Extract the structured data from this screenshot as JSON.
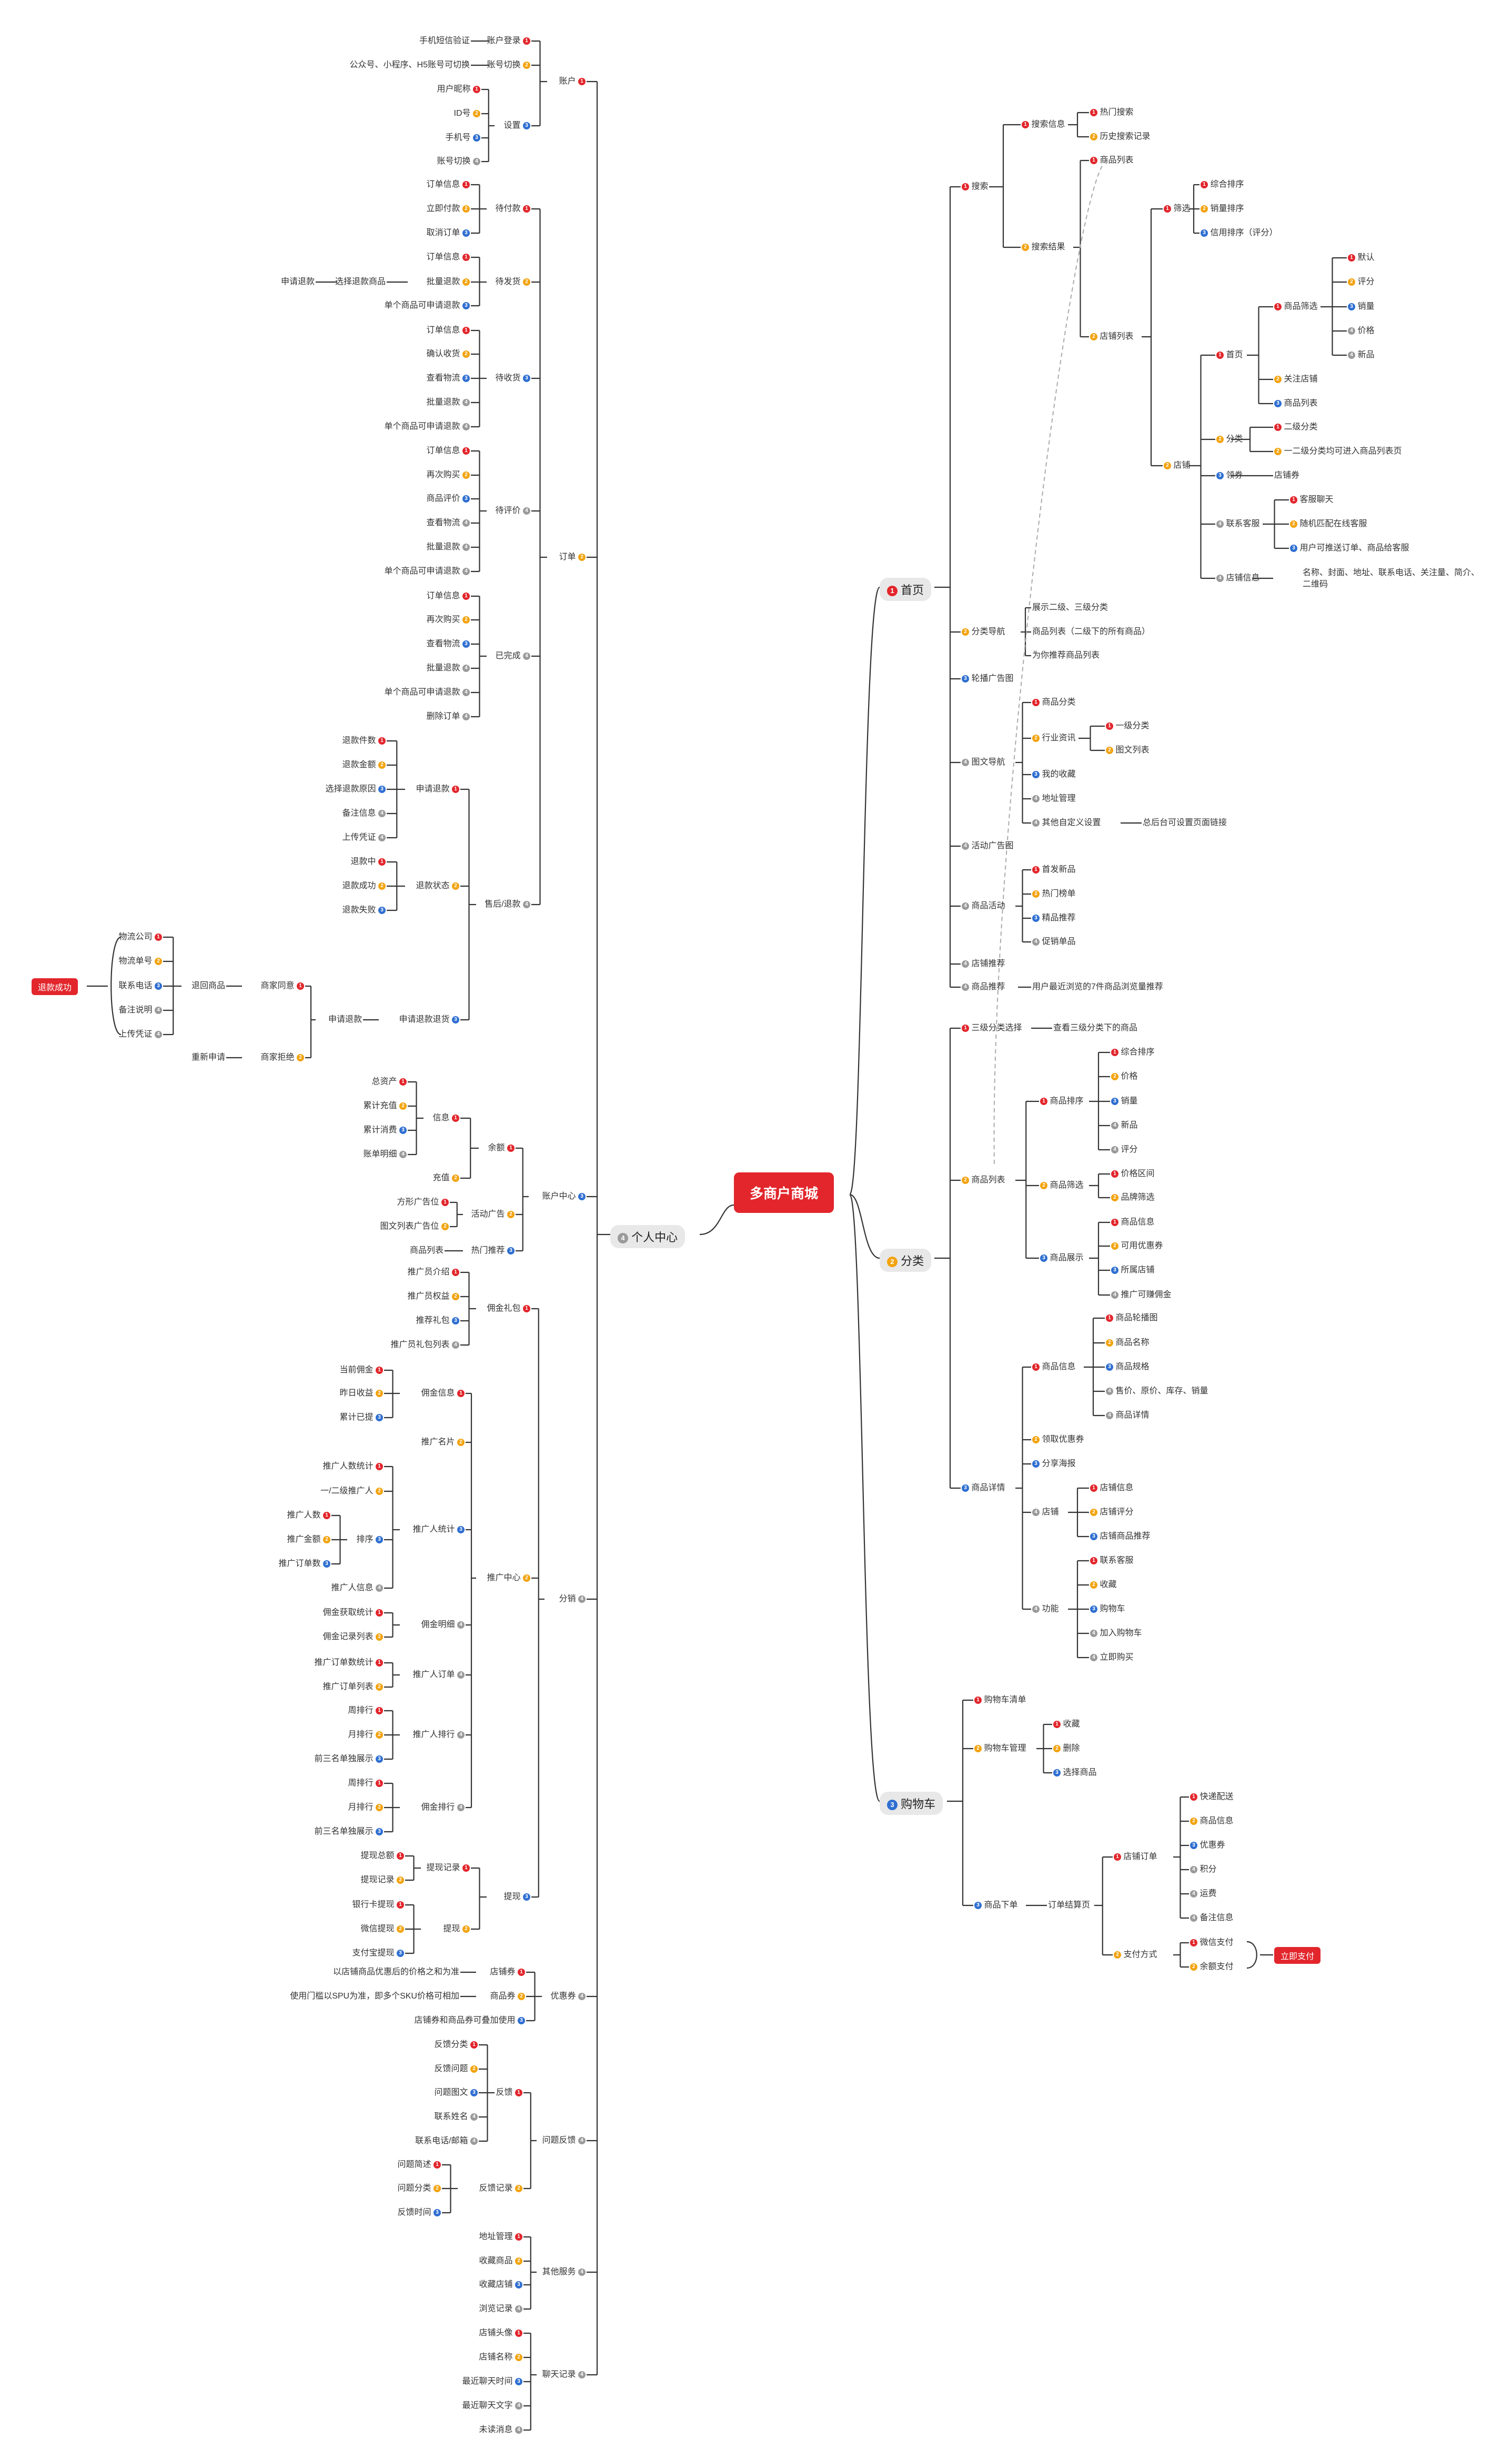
{
  "root": "多商户商城",
  "badge_colors": [
    "#e2262c",
    "#f2a30f",
    "#2f6fd1",
    "#9a9a9a"
  ],
  "l1": {
    "home": {
      "badge": "1",
      "label": "首页",
      "color": "#e2262c"
    },
    "category": {
      "badge": "2",
      "label": "分类",
      "color": "#f2a30f"
    },
    "cart": {
      "badge": "3",
      "label": "购物车",
      "color": "#2f6fd1"
    },
    "personal": {
      "badge": "4",
      "label": "个人中心",
      "color": "#9a9a9a"
    }
  },
  "pills": {
    "refund_success": "退款成功",
    "pay_now": "立即支付"
  },
  "home": {
    "search": "搜索",
    "search_info": "搜索信息",
    "hot_search": "热门搜索",
    "history_search": "历史搜索记录",
    "search_result": "搜索结果",
    "goods_list": "商品列表",
    "shop_list": "店铺列表",
    "filter": "筛选",
    "composite_sort": "综合排序",
    "sales_sort": "销量排序",
    "credit_sort": "信用排序（评分）",
    "shop": "店铺",
    "homepage": "首页",
    "goods_filter": "商品筛选",
    "default": "默认",
    "rating": "评分",
    "sales": "销量",
    "price": "价格",
    "new": "新品",
    "follow_shop": "关注店铺",
    "goods_list2": "商品列表",
    "cat": "分类",
    "second_cat": "二级分类",
    "cat_note": "一二级分类均可进入商品列表页",
    "coupon": "领券",
    "shop_coupon": "店铺券",
    "contact_cs": "联系客服",
    "cs_chat": "客服聊天",
    "random_cs": "随机匹配在线客服",
    "send_order": "用户可推送订单、商品给客服",
    "shop_info": "店铺信息",
    "shop_info_detail_1": "名称、封面、地址、联系电话、关注量、简介、",
    "shop_info_detail_2": "二维码",
    "cat_nav": "分类导航",
    "show_cats": "展示二级、三级分类",
    "goods_list_all": "商品列表（二级下的所有商品）",
    "recommend_list": "为你推荐商品列表",
    "banner_ad": "轮播广告图",
    "picnav": "图文导航",
    "goods_cat": "商品分类",
    "industry_news": "行业资讯",
    "first_cat": "一级分类",
    "article_list": "图文列表",
    "my_fav": "我的收藏",
    "address": "地址管理",
    "other_custom": "其他自定义设置",
    "custom_note": "总后台可设置页面链接",
    "activity_ad": "活动广告图",
    "goods_activity": "商品活动",
    "first_launch": "首发新品",
    "hot_rank": "热门榜单",
    "boutique": "精品推荐",
    "promotion": "促销单品",
    "shop_recommend": "店铺推荐",
    "goods_recommend": "商品推荐",
    "recent_browse": "用户最近浏览的7件商品浏览量推荐"
  },
  "category": {
    "level3_select": "三级分类选择",
    "view_level3": "查看三级分类下的商品",
    "goods_list": "商品列表",
    "goods_sort": "商品排序",
    "composite": "综合排序",
    "price": "价格",
    "sales": "销量",
    "new": "新品",
    "rating": "评分",
    "goods_filter": "商品筛选",
    "price_range": "价格区间",
    "brand_filter": "品牌筛选",
    "goods_show": "商品展示",
    "goods_info": "商品信息",
    "usable_coupon": "可用优惠券",
    "shop_owned": "所属店铺",
    "promo_commission": "推广可赚佣金",
    "goods_detail": "商品详情",
    "goods_info2": "商品信息",
    "carousel": "商品轮播图",
    "goods_name": "商品名称",
    "goods_spec": "商品规格",
    "price_stock": "售价、原价、库存、销量",
    "goods_detail2": "商品详情",
    "get_coupon": "领取优惠券",
    "share_poster": "分享海报",
    "shop": "店铺",
    "shop_info": "店铺信息",
    "shop_rating": "店铺评分",
    "shop_goods_rec": "店铺商品推荐",
    "function": "功能",
    "contact_cs": "联系客服",
    "fav": "收藏",
    "cart": "购物车",
    "add_cart": "加入购物车",
    "buy_now": "立即购买"
  },
  "cart": {
    "cart_list": "购物车清单",
    "cart_manage": "购物车管理",
    "fav": "收藏",
    "delete": "删除",
    "select_goods": "选择商品",
    "place_order": "商品下单",
    "order_settle": "订单结算页",
    "shop_order": "店铺订单",
    "express": "快递配送",
    "goods_info": "商品信息",
    "coupon": "优惠券",
    "points": "积分",
    "freight": "运费",
    "remark": "备注信息",
    "pay_method": "支付方式",
    "wechat_pay": "微信支付",
    "balance_pay": "余额支付"
  },
  "personal": {
    "account": "账户",
    "user_login": "账户登录",
    "sms_verify": "手机短信验证",
    "account_switch": "账号切换",
    "switch_note": "公众号、小程序、H5账号可切换",
    "settings": "设置",
    "nickname": "用户昵称",
    "id": "ID号",
    "phone": "手机号",
    "account_switch2": "账号切换",
    "order": "订单",
    "pending_pay": "待付款",
    "order_info": "订单信息",
    "pay_now": "立即付款",
    "cancel_order": "取消订单",
    "pending_ship": "待发货",
    "batch_refund": "批量退款",
    "single_refund": "单个商品可申请退款",
    "apply_refund": "申请退款",
    "select_refund_goods": "选择退款商品",
    "pending_receive": "待收货",
    "confirm_receive": "确认收货",
    "view_logistics": "查看物流",
    "pending_review": "待评价",
    "buy_again": "再次购买",
    "goods_review": "商品评价",
    "completed": "已完成",
    "delete_order": "删除订单",
    "after_sale": "售后/退款",
    "apply_refund2": "申请退款",
    "refund_count": "退款件数",
    "refund_amount": "退款金额",
    "refund_reason": "选择退款原因",
    "remark_info": "备注信息",
    "upload_proof": "上传凭证",
    "refund_status": "退款状态",
    "refunding": "退款中",
    "refund_ok": "退款成功",
    "refund_fail": "退款失败",
    "apply_return": "申请退款退货",
    "merchant_agree": "商家同意",
    "return_goods": "退回商品",
    "logistics_co": "物流公司",
    "logistics_no": "物流单号",
    "contact_phone": "联系电话",
    "remark_desc": "备注说明",
    "merchant_reject": "商家拒绝",
    "reapply": "重新申请",
    "apply_refund3": "申请退款",
    "account_center": "账户中心",
    "balance": "余额",
    "info": "信息",
    "total_assets": "总资产",
    "total_recharge": "累计充值",
    "total_consume": "累计消费",
    "bill_detail": "账单明细",
    "recharge": "充值",
    "activity_ad": "活动广告",
    "square_ad": "方形广告位",
    "list_ad": "图文列表广告位",
    "hot_rec": "热门推荐",
    "goods_list": "商品列表",
    "distribution": "分销",
    "commission_gift": "佣金礼包",
    "promoter_intro": "推广员介绍",
    "promoter_rights": "推广员权益",
    "rec_gift": "推荐礼包",
    "gift_list": "推广员礼包列表",
    "promo_center": "推广中心",
    "commission_info": "佣金信息",
    "current_comm": "当前佣金",
    "yesterday_income": "昨日收益",
    "total_withdrawn": "累计已提",
    "promo_card": "推广名片",
    "promoter_stats": "推广人统计",
    "promoter_total": "推广人数统计",
    "level12": "一/二级推广人",
    "sort": "排序",
    "promoter_num": "推广人数",
    "promo_amount": "推广金额",
    "promo_orders": "推广订单数",
    "promoter_info": "推广人信息",
    "comm_detail": "佣金明细",
    "comm_stats": "佣金获取统计",
    "comm_records": "佣金记录列表",
    "promoter_orders": "推广人订单",
    "order_stats": "推广订单数统计",
    "order_list": "推广订单列表",
    "promoter_rank": "推广人排行",
    "weekly": "周排行",
    "monthly": "月排行",
    "top3": "前三名单独展示",
    "comm_rank": "佣金排行",
    "withdraw": "提现",
    "withdraw_records": "提现记录",
    "withdraw_total": "提现总额",
    "withdraw_log": "提现记录",
    "withdraw2": "提现",
    "bank_withdraw": "银行卡提现",
    "wechat_withdraw": "微信提现",
    "alipay_withdraw": "支付宝提现",
    "coupons": "优惠券",
    "shop_coupon": "店铺券",
    "shop_coupon_note": "以店铺商品优惠后的价格之和为准",
    "goods_coupon": "商品券",
    "goods_coupon_note": "使用门槛以SPU为准，即多个SKU价格可相加",
    "coupon_stack": "店铺券和商品券可叠加使用",
    "feedback_section": "问题反馈",
    "feedback": "反馈",
    "fb_category": "反馈分类",
    "fb_question": "反馈问题",
    "fb_pics": "问题图文",
    "contact_name": "联系姓名",
    "contact_email": "联系电话/邮箱",
    "fb_records": "反馈记录",
    "q_summary": "问题简述",
    "q_category": "问题分类",
    "fb_time": "反馈时间",
    "other_service": "其他服务",
    "address": "地址管理",
    "fav_goods": "收藏商品",
    "fav_shops": "收藏店铺",
    "browse_history": "浏览记录",
    "chat_records": "聊天记录",
    "shop_avatar": "店铺头像",
    "shop_name": "店铺名称",
    "last_chat_time": "最近聊天时间",
    "last_chat_text": "最近聊天文字",
    "unread": "未读消息"
  }
}
